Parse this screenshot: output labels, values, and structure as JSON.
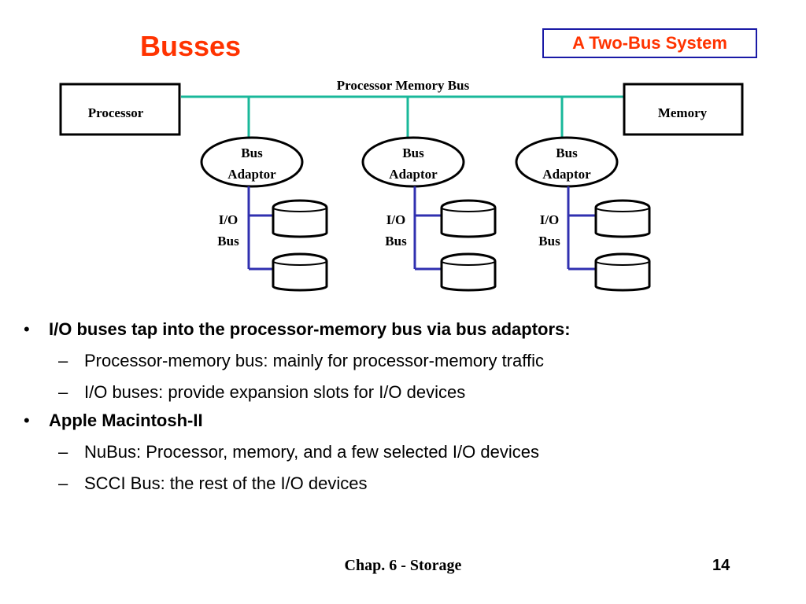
{
  "slide": {
    "title": "Busses",
    "subtitle": "A Two-Bus System",
    "footer_text": "Chap. 6 - Storage",
    "page_number": "14",
    "colors": {
      "title": "#ff3300",
      "subtitle_border": "#1a1aa6",
      "memory_bus": "#19b89a",
      "io_bus": "#3030b0"
    }
  },
  "diagram": {
    "bus_label": "Processor Memory Bus",
    "processor_label": "Processor",
    "memory_label": "Memory",
    "adaptors": [
      {
        "line1": "Bus",
        "line2": "Adaptor",
        "io_line1": "I/O",
        "io_line2": "Bus"
      },
      {
        "line1": "Bus",
        "line2": "Adaptor",
        "io_line1": "I/O",
        "io_line2": "Bus"
      },
      {
        "line1": "Bus",
        "line2": "Adaptor",
        "io_line1": "I/O",
        "io_line2": "Bus"
      }
    ],
    "device_icon": "disk-drive-icon"
  },
  "bullets": {
    "b1": "I/O buses tap into the processor-memory bus via bus adaptors:",
    "b1_sub1": "Processor-memory bus: mainly for processor-memory traffic",
    "b1_sub2": "I/O buses: provide expansion slots for I/O devices",
    "b2": "Apple Macintosh-II",
    "b2_sub1": "NuBus: Processor, memory, and a few selected I/O devices",
    "b2_sub2": "SCCI Bus: the rest of the I/O devices"
  }
}
